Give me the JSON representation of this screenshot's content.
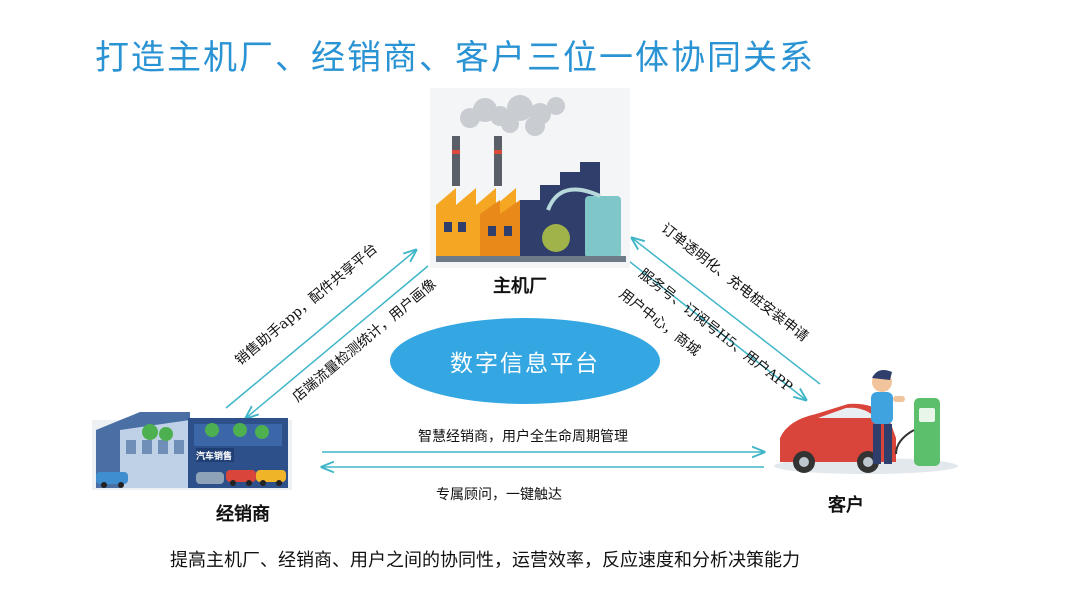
{
  "title": "打造主机厂、经销商、客户三位一体协同关系",
  "center": "数字信息平台",
  "nodes": {
    "oem": "主机厂",
    "dealer": "经销商",
    "customer": "客户"
  },
  "dealer_sign": "汽车销售",
  "edges": {
    "dealer_to_oem_outer": "销售助手app，配件共享平台",
    "dealer_to_oem_inner": "店端流量检测统计，用户画像",
    "oem_customer_outer": "订单透明化、充电桩安装申请",
    "oem_customer_inner_1": "服务号、订阅号H5、用户APP",
    "oem_customer_inner_2": "用户中心，商城",
    "dealer_to_customer": "智慧经销商，用户全生命周期管理",
    "customer_to_dealer": "专属顾问，一键触达"
  },
  "footer": "提高主机厂、经销商、用户之间的协同性，运营效率，反应速度和分析决策能力",
  "colors": {
    "title": "#2A93D3",
    "arrow": "#3FB6C8",
    "platform": "#34A7E2"
  }
}
